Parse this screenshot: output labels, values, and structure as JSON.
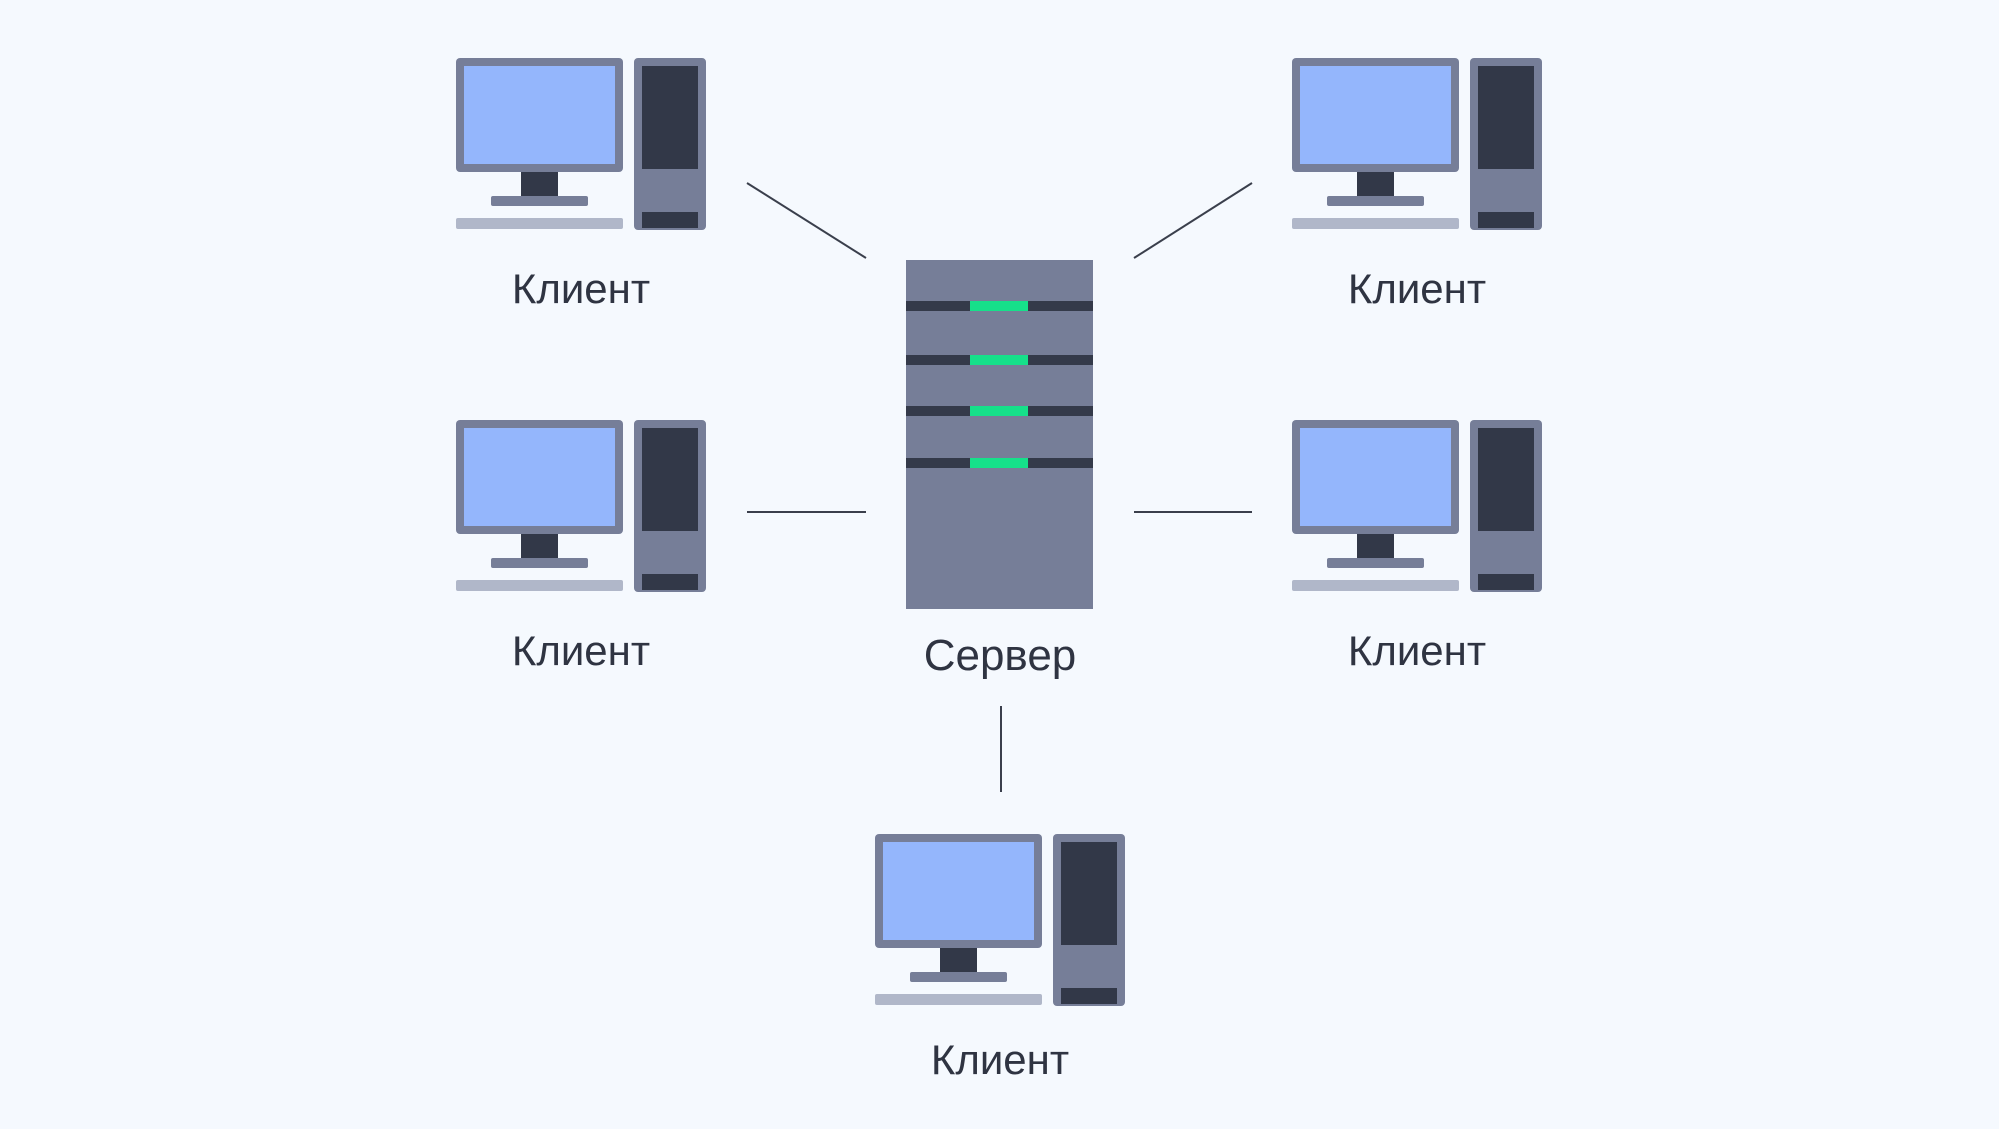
{
  "colors": {
    "background": "#f5f9fe",
    "monitor_frame": "#767e98",
    "screen": "#94b6fc",
    "tower_dark": "#323848",
    "keyboard": "#b0b7c9",
    "server_body": "#767e98",
    "server_slot": "#343a4a",
    "server_led": "#16e08a",
    "connector_line": "#3a3f4c",
    "label_text": "#2f3442"
  },
  "icons": {
    "client": "desktop-computer-icon",
    "server": "server-rack-icon"
  },
  "server": {
    "label": "Сервер",
    "led_count": 4
  },
  "clients": [
    {
      "id": "top-left",
      "label": "Клиент"
    },
    {
      "id": "top-right",
      "label": "Клиент"
    },
    {
      "id": "middle-left",
      "label": "Клиент"
    },
    {
      "id": "middle-right",
      "label": "Клиент"
    },
    {
      "id": "bottom",
      "label": "Клиент"
    }
  ]
}
